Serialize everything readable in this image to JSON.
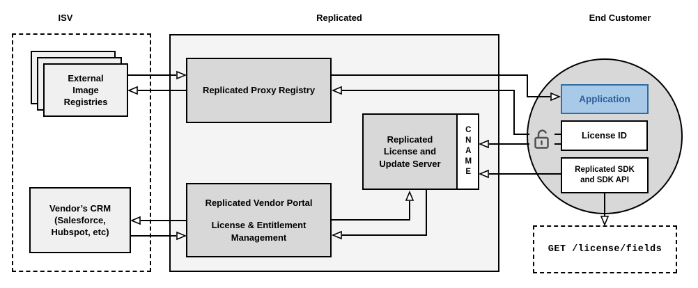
{
  "sections": {
    "isv": {
      "label": "ISV"
    },
    "replicated": {
      "label": "Replicated"
    },
    "end_customer": {
      "label": "End Customer"
    }
  },
  "nodes": {
    "external_image_registries": {
      "label": "External Image Registries"
    },
    "vendors_crm": {
      "label": "Vendor’s CRM (Salesforce, Hubspot, etc)"
    },
    "replicated_proxy_registry": {
      "label": "Replicated Proxy Registry"
    },
    "replicated_license_update_server": {
      "label": "Replicated License and Update Server"
    },
    "cname": {
      "label": "CNAME"
    },
    "replicated_vendor_portal": {
      "title": "Replicated Vendor Portal",
      "subtitle": "License & Entitlement Management"
    },
    "application": {
      "label": "Application"
    },
    "license_id": {
      "label": "License ID"
    },
    "replicated_sdk": {
      "label": "Replicated SDK and SDK API"
    },
    "get_license_fields": {
      "label": "GET /license/fields"
    }
  },
  "icons": {
    "lock": "open-padlock-icon"
  },
  "colors": {
    "node_gray": "#d8d8d8",
    "group_gray": "#f4f4f4",
    "light_node_gray": "#f0f0f0",
    "application_fill": "#a9c9e9",
    "application_border": "#2e6da4",
    "application_text": "#2a6099",
    "line": "#000000"
  },
  "edges": [
    {
      "from": "external_image_registries",
      "to": "replicated_proxy_registry"
    },
    {
      "from": "replicated_proxy_registry",
      "to": "external_image_registries"
    },
    {
      "from": "replicated_proxy_registry",
      "to": "application"
    },
    {
      "from": "license_id",
      "to": "replicated_proxy_registry",
      "via": "lock"
    },
    {
      "from": "license_id",
      "to": "cname",
      "via": "lock"
    },
    {
      "from": "replicated_sdk",
      "to": "cname"
    },
    {
      "from": "replicated_vendor_portal",
      "to": "replicated_license_update_server"
    },
    {
      "from": "replicated_license_update_server",
      "to": "replicated_vendor_portal"
    },
    {
      "from": "replicated_vendor_portal",
      "to": "vendors_crm"
    },
    {
      "from": "vendors_crm",
      "to": "replicated_vendor_portal"
    },
    {
      "from": "replicated_sdk",
      "to": "get_license_fields"
    }
  ]
}
